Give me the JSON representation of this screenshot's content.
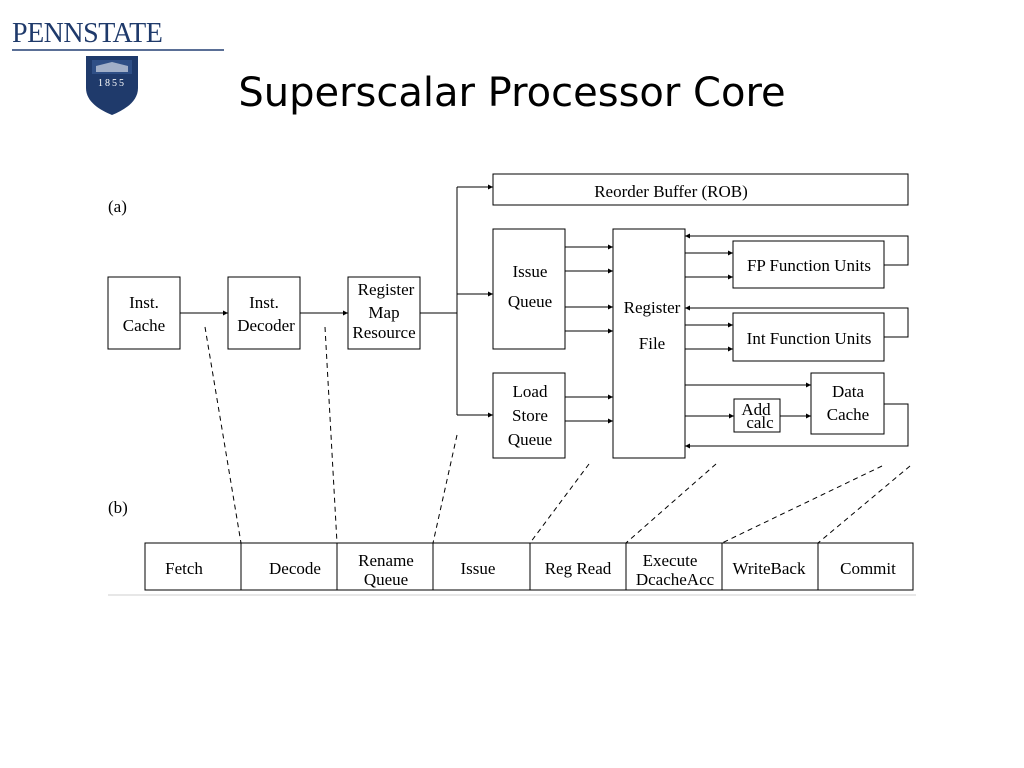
{
  "header": {
    "logo_text": "PENNSTATE",
    "seal_year": "1855",
    "title": "Superscalar Processor Core"
  },
  "diagram": {
    "part_a_label": "(a)",
    "part_b_label": "(b)",
    "blocks": {
      "inst_cache": [
        "Inst.",
        "Cache"
      ],
      "inst_decoder": [
        "Inst.",
        "Decoder"
      ],
      "register_map": [
        "Register",
        "Map",
        "Resource"
      ],
      "rob": "Reorder Buffer (ROB)",
      "issue_queue": [
        "Issue",
        "Queue"
      ],
      "lsq": [
        "Load",
        "Store",
        "Queue"
      ],
      "register_file": [
        "Register",
        "File"
      ],
      "fp_units": "FP Function Units",
      "int_units": "Int Function Units",
      "addr_calc": [
        "Add",
        "calc"
      ],
      "data_cache": [
        "Data",
        "Cache"
      ]
    },
    "stages": [
      [
        "Fetch"
      ],
      [
        "Decode"
      ],
      [
        "Rename",
        "Queue"
      ],
      [
        "Issue"
      ],
      [
        "Reg Read"
      ],
      [
        "Execute",
        "DcacheAcc"
      ],
      [
        "WriteBack"
      ],
      [
        "Commit"
      ]
    ]
  }
}
